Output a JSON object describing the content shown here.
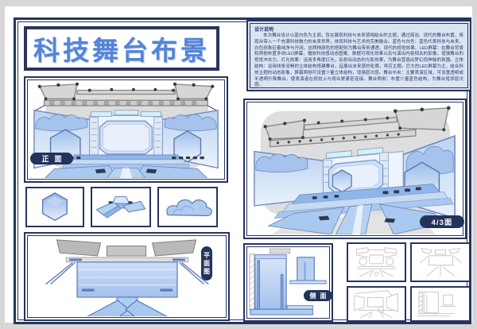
{
  "poster": {
    "title": "科技舞台布景",
    "notes": {
      "heading": "设计说明",
      "body": "本次舞台设计以蓝白色为主调，旨在展现科技与未来感相结合的主题，通过简洁、现代的舞台布置，将观众带入一个充满科技魅力的未来世界，体现科技与艺术的完美融合。蓝色与白色：蓝色代表科技与未来，白色则象征着纯净与开阔，这两种颜色的搭配则为舞台带来通透、现代的视觉效果。LED屏幕：在舞台背景和两侧布置多块LED屏幕，播放科技感动态图案、数据可视化效果以及与演出内容相关的影像，增强舞台的视觉冲击力。灯光效果：运用多角度灯光，反射出动态的光影效果，为舞台营造出梦幻而神秘的氛围。立体结构：运用线条流畅的立体结构搭建舞台，延展出未来感的轮廓，呼应主题。巨大的LED屏幕为主，结合科技主题的动态影像，屏幕两侧可设置少量立体结构，增强层次感。舞台中央：主要表演区域，可设置透明或半透明升降舞台，使表演者在视觉上与观众更紧密连接。舞台两侧：布置少量蓝色结构，为舞台增添层次感。"
    },
    "labels": {
      "front": "正面",
      "plan": "平面图",
      "three_quarter": "4/3面",
      "side": "侧面"
    },
    "colors": {
      "frame_navy": "#27355e",
      "title_blue": "#5584d6",
      "notes_bg": "#dce4f2",
      "stage_blue": "#a9c8ef",
      "truss_gray": "#c9c9c9"
    }
  }
}
